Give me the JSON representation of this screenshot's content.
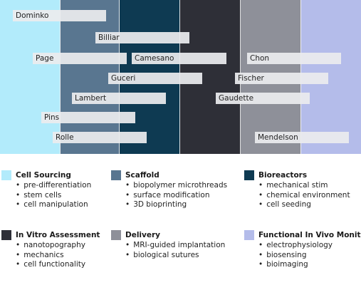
{
  "columns": [
    {
      "id": "cell-sourcing",
      "title": "Cell Sourcing",
      "color": "#b2ebfb",
      "items": [
        "pre-differentiation",
        "stem cells",
        "cell manipulation"
      ]
    },
    {
      "id": "scaffold",
      "title": "Scaffold",
      "color": "#597690",
      "items": [
        "biopolymer microthreads",
        "surface modification",
        "3D bioprinting"
      ]
    },
    {
      "id": "bioreactors",
      "title": "Bioreactors",
      "color": "#0e3a52",
      "items": [
        "mechanical stim",
        "chemical environment",
        "cell seeding"
      ]
    },
    {
      "id": "in-vitro-assessment",
      "title": "In Vitro Assessment",
      "color": "#2e2f37",
      "items": [
        "nanotopography",
        "mechanics",
        "cell functionality"
      ]
    },
    {
      "id": "delivery",
      "title": "Delivery",
      "color": "#8e9099",
      "items": [
        "MRI-guided implantation",
        "biological sutures"
      ]
    },
    {
      "id": "functional-in-vivo-monitor",
      "title": "Functional In Vivo Monitor",
      "color": "#b4bcea",
      "items": [
        "electrophysiology",
        "biosensing",
        "bioimaging"
      ]
    }
  ],
  "researchers": [
    "Dominko",
    "Billiar",
    "Page",
    "Camesano",
    "Chon",
    "Guceri",
    "Fischer",
    "Lambert",
    "Gaudette",
    "Pins",
    "Rolle",
    "Mendelson"
  ]
}
